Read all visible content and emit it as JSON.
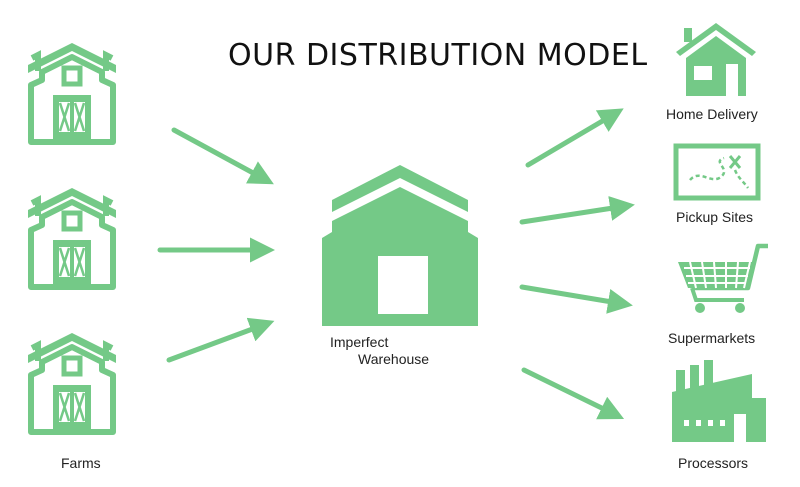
{
  "title": "OUR DISTRIBUTION MODEL",
  "colors": {
    "accent": "#74c987",
    "text": "#222222",
    "dark": "#111111"
  },
  "sources": {
    "label": "Farms",
    "icon": "barn-icon",
    "count": 3
  },
  "hub": {
    "label_line1": "Imperfect",
    "label_line2": "Warehouse",
    "icon": "warehouse-icon"
  },
  "destinations": [
    {
      "label": "Home Delivery",
      "icon": "house-icon"
    },
    {
      "label": "Pickup Sites",
      "icon": "map-icon"
    },
    {
      "label": "Supermarkets",
      "icon": "shopping-cart-icon"
    },
    {
      "label": "Processors",
      "icon": "factory-icon"
    }
  ]
}
